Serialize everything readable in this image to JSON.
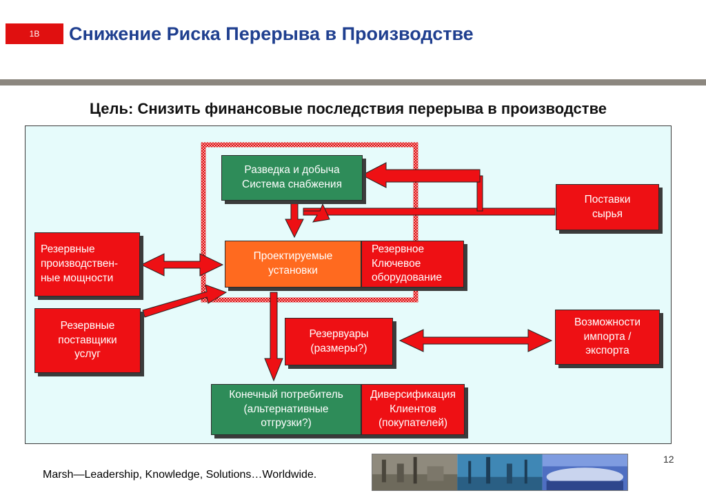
{
  "header": {
    "badge": "1B",
    "title": "Снижение Риска Перерыва в Производстве"
  },
  "goal": "Цель: Снизить финансовые последствия перерыва в производстве",
  "diagram": {
    "nodes": {
      "exploration": "Разведка и добыча\nСистема снабжения",
      "raw_supply": "Поставки\nсырья",
      "reserve_capacity": "Резервные\nпроизводствен-\nные мощности",
      "designed_units": "Проектируемые\nустановки",
      "reserve_equipment": "Резервное\nКлючевое\nоборудование",
      "reserve_suppliers": "Резервные\nпоставщики\nуслуг",
      "tanks": "Резервуары\n(размеры?)",
      "import_export": "Возможности\nимпорта /\nэкспорта",
      "end_consumer": "Конечный потребитель\n(альтернативные\nотгрузки?)",
      "diversification": "Диверсификация\nКлиентов\n(покупателей)"
    }
  },
  "footer": {
    "tagline": "Marsh—Leadership, Knowledge, Solutions…Worldwide.",
    "page_number": "12"
  },
  "colors": {
    "title_blue": "#1f3f8f",
    "red": "#ee1014",
    "green": "#2e8c59",
    "orange": "#ff6a1f",
    "panel": "#e6fbfb"
  },
  "icons": {
    "photo_strip": "industrial-photos"
  }
}
